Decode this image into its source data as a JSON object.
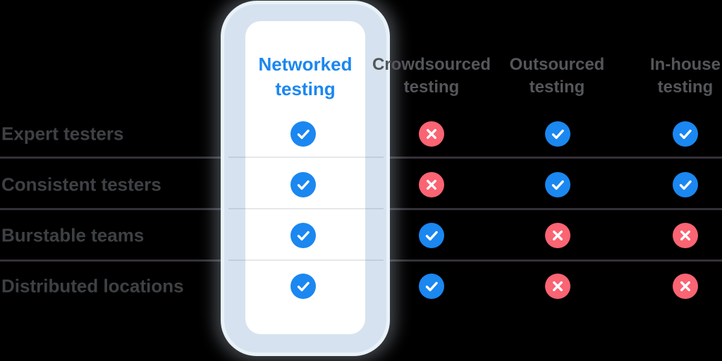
{
  "table": {
    "columns": [
      {
        "id": "networked",
        "label": "Networked testing",
        "highlighted": true
      },
      {
        "id": "crowdsourced",
        "label": "Crowdsourced testing",
        "highlighted": false
      },
      {
        "id": "outsourced",
        "label": "Outsourced testing",
        "highlighted": false
      },
      {
        "id": "inhouse",
        "label": "In-house testing",
        "highlighted": false
      }
    ],
    "rows": [
      {
        "label": "Expert testers",
        "values": [
          "check",
          "cross",
          "check",
          "check"
        ]
      },
      {
        "label": "Consistent testers",
        "values": [
          "check",
          "cross",
          "check",
          "check"
        ]
      },
      {
        "label": "Burstable teams",
        "values": [
          "check",
          "check",
          "cross",
          "cross"
        ]
      },
      {
        "label": "Distributed locations",
        "values": [
          "check",
          "check",
          "cross",
          "cross"
        ]
      }
    ]
  },
  "icons": {
    "check": "check-icon",
    "check_glyph": "✓",
    "cross": "cross-icon",
    "cross_glyph": "✕"
  },
  "colors": {
    "background": "#000000",
    "check_badge": "#1b87f0",
    "cross_badge": "#fa6473",
    "badge_glyph": "#ffffff",
    "highlight_header_text": "#1b87f0",
    "gray_header_text": "#54565a",
    "row_label_text": "#3e4144",
    "divider_dark": "#343038",
    "card_frame": "#d6e2ef",
    "card_background": "#ffffff"
  }
}
